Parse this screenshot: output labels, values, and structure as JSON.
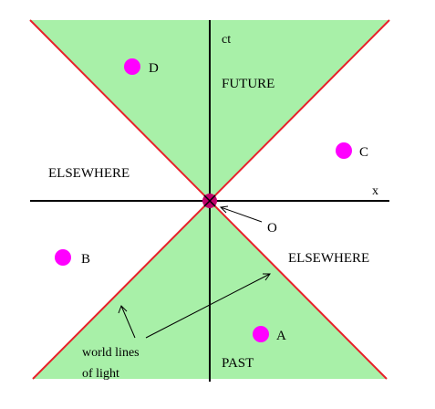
{
  "axes": {
    "time_label": "ct",
    "space_label": "x"
  },
  "regions": {
    "future": "FUTURE",
    "past": "PAST",
    "elsewhere_left": "ELSEWHERE",
    "elsewhere_right": "ELSEWHERE"
  },
  "origin": {
    "label": "O"
  },
  "events": [
    {
      "label": "D"
    },
    {
      "label": "C"
    },
    {
      "label": "B"
    },
    {
      "label": "A"
    }
  ],
  "annotation": {
    "line1": "world lines",
    "line2": "of light"
  },
  "colors": {
    "cone_fill": "#a8f0a8",
    "light_line": "#e8202a",
    "axis": "#000000",
    "event_dot": "#ff00ff",
    "origin_dot": "#c0006a"
  }
}
